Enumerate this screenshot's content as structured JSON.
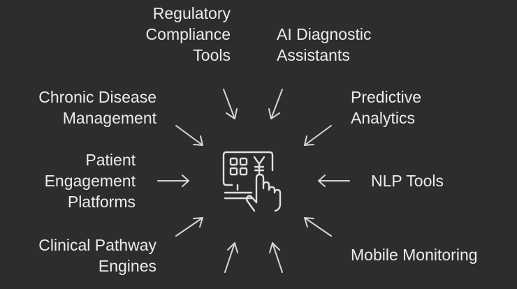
{
  "nodes": {
    "regulatory": [
      "Regulatory",
      "Compliance",
      "Tools"
    ],
    "ai_diagnostic": [
      "AI Diagnostic",
      "Assistants"
    ],
    "chronic": [
      "Chronic Disease",
      "Management"
    ],
    "predictive": [
      "Predictive",
      "Analytics"
    ],
    "patient": [
      "Patient",
      "Engagement",
      "Platforms"
    ],
    "nlp": [
      "NLP Tools"
    ],
    "clinical": [
      "Clinical Pathway",
      "Engines"
    ],
    "mobile": [
      "Mobile Monitoring"
    ]
  },
  "center_icon": "touch-device-icon",
  "colors": {
    "background": "#2d2d2d",
    "text": "#ececec",
    "arrow": "#d6d6d6"
  }
}
